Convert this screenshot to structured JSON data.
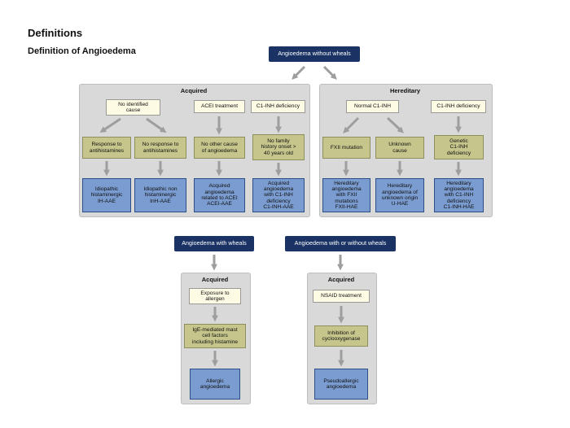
{
  "title": "Definitions",
  "subtitle": "Definition of Angioedema",
  "colors": {
    "navy": "#1a3364",
    "olive": "#c5c58c",
    "blue": "#7a9cd0",
    "cream": "#fdfbe3",
    "panel": "#d9d9d9",
    "arrow": "#9e9e9e"
  },
  "top_header": "Angioedema without wheals",
  "acquired_panel": {
    "title": "Acquired",
    "no_identified_cause": "No identified\ncause",
    "acei_treatment": "ACEI treatment",
    "c1inh_deficiency": "C1-INH deficiency",
    "response": "Response to\nantihistamines",
    "no_response": "No response to\nantihistamines",
    "no_other_cause": "No other cause\nof angioedema",
    "no_family_history": "No family\nhistory onset >\n40 years old",
    "ih_aae": "Idiopathic\nhistaminergic\nIH-AAE",
    "inh_aae": "Idiopathic non\nhistaminergic\nInH-AAE",
    "acei_aae": "Acquired\nangioedema\nrelated to ACEI\nACEI-AAE",
    "c1inh_aae": "Acquired\nangioedema\nwith C1-INH\ndeficiency\nC1-INH-AAE"
  },
  "hereditary_panel": {
    "title": "Hereditary",
    "normal_c1inh": "Normal C1-INH",
    "c1inh_deficiency": "C1-INH deficiency",
    "fxii_mutation": "FXII mutation",
    "unknown_cause": "Unknown\ncause",
    "genetic_c1inh": "Genetic\nC1-INH\ndeficiency",
    "fxii_hae": "Hereditary\nangioedema\nwith FXII\nmutations\nFXII-HAE",
    "u_hae": "Hereditary\nangioedema of\nunknown origin\nU-HAE",
    "c1inh_hae": "Hereditary\nangioedema\nwith C1-INH\ndeficiency\nC1-INH-HAE"
  },
  "wheals_header": "Angioedema with wheals",
  "wheals_panel": {
    "title": "Acquired",
    "exposure": "Exposure to\nallergen",
    "ige": "IgE-mediated mast\ncell factors\nincluding histamine",
    "allergic": "Allergic\nangioedema"
  },
  "with_or_without_header": "Angioedema with or without wheals",
  "nsaid_panel": {
    "title": "Acquired",
    "nsaid": "NSAID treatment",
    "inhibition": "Inhibition of\ncyclooxygenase",
    "pseudoallergic": "Pseudoallergic\nangioedema"
  }
}
